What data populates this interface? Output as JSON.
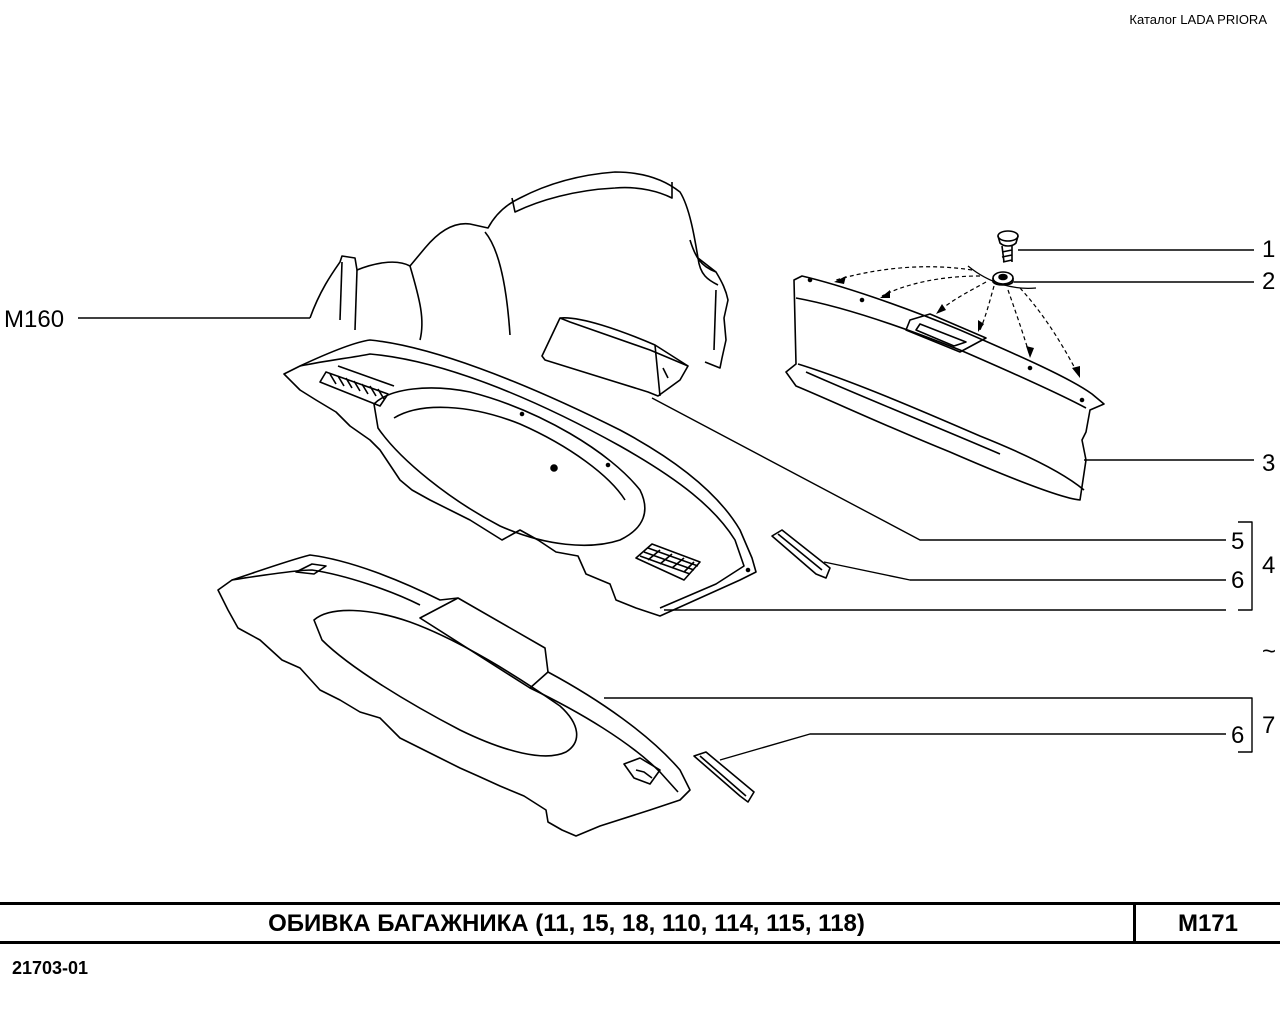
{
  "catalog_label": "Каталог  LADA  PRIORA",
  "reference": "M160",
  "callouts": {
    "c1": "1",
    "c2": "2",
    "c3": "3",
    "c4": "4",
    "c5": "5",
    "c6a": "6",
    "c6b": "6",
    "c7": "7",
    "tilde": "~"
  },
  "title": "ОБИВКА  БАГАЖНИКА (11, 15, 18, 110, 114, 115, 118)",
  "sheet": "М171",
  "doc_number": "21703-01"
}
